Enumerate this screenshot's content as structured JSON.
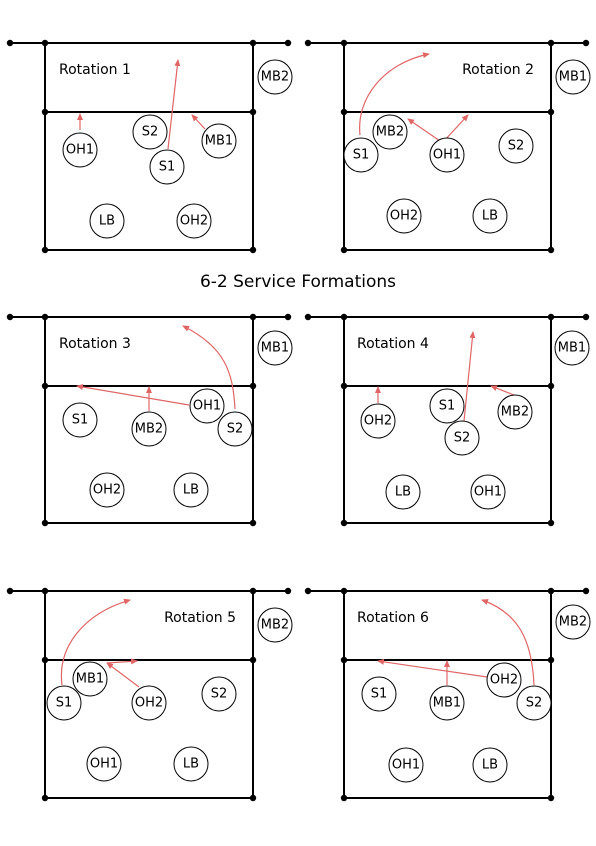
{
  "title": "6-2 Service Formations",
  "colors": {
    "arrow": "#e06666",
    "line": "#000000"
  },
  "rotations": [
    {
      "name": "Rotation 1",
      "off_court": "MB2",
      "players": [
        "S2",
        "MB1",
        "OH1",
        "S1",
        "LB",
        "OH2"
      ],
      "arrows": [
        {
          "from": "OH1",
          "to": "front-left"
        },
        {
          "from": "S1",
          "to": "front-center-high",
          "type": "straight"
        },
        {
          "from": "MB1",
          "to": "near-S2"
        }
      ]
    },
    {
      "name": "Rotation 2",
      "off_court": "MB1",
      "players": [
        "MB2",
        "OH1",
        "S2",
        "S1",
        "OH2",
        "LB"
      ],
      "arrows": [
        {
          "from": "S1",
          "to": "front-right-high",
          "type": "curve"
        },
        {
          "from": "OH1",
          "to": "near-MB2"
        }
      ]
    },
    {
      "name": "Rotation 3",
      "off_court": "MB1",
      "players": [
        "S1",
        "MB2",
        "OH1",
        "S2",
        "OH2",
        "LB"
      ],
      "arrows": [
        {
          "from": "OH1",
          "to": "front-left"
        },
        {
          "from": "MB2",
          "to": "front-center"
        },
        {
          "from": "S2",
          "to": "front-center-high",
          "type": "curve"
        }
      ]
    },
    {
      "name": "Rotation 4",
      "off_court": "MB1",
      "players": [
        "OH2",
        "S1",
        "MB2",
        "S2",
        "LB",
        "OH1"
      ],
      "arrows": [
        {
          "from": "OH2",
          "to": "front-left"
        },
        {
          "from": "S2",
          "to": "front-center-high",
          "type": "straight"
        },
        {
          "from": "MB2",
          "to": "near-S1"
        }
      ]
    },
    {
      "name": "Rotation 5",
      "off_court": "MB2",
      "players": [
        "MB1",
        "S2",
        "S1",
        "OH2",
        "OH1",
        "LB"
      ],
      "arrows": [
        {
          "from": "S1",
          "to": "front-right-high",
          "type": "curve"
        },
        {
          "from": "OH2",
          "to": "near-MB1"
        }
      ]
    },
    {
      "name": "Rotation 6",
      "off_court": "MB2",
      "players": [
        "S1",
        "MB1",
        "OH2",
        "S2",
        "OH1",
        "LB"
      ],
      "arrows": [
        {
          "from": "OH2",
          "to": "front-left"
        },
        {
          "from": "MB1",
          "to": "front-center"
        },
        {
          "from": "S2",
          "to": "front-center-high",
          "type": "curve"
        }
      ]
    }
  ]
}
